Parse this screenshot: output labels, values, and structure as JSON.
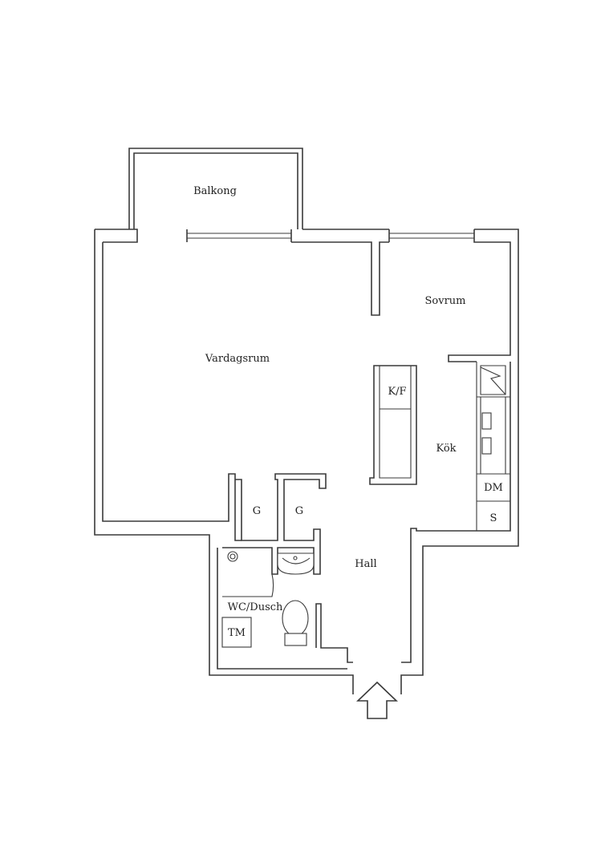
{
  "rooms": {
    "balkong": "Balkong",
    "vardagsrum": "Vardagsrum",
    "sovrum": "Sovrum",
    "kok": "Kök",
    "hall": "Hall",
    "wc_dusch": "WC/Dusch"
  },
  "fixtures": {
    "kf": "K/F",
    "dm": "DM",
    "s": "S",
    "tm": "TM",
    "closet_1": "G",
    "closet_2": "G"
  },
  "icons": {
    "entrance": "entrance-arrow-icon",
    "stove": "stove-icon",
    "sink": "sink-icon",
    "toilet": "toilet-icon",
    "shower": "shower-icon"
  },
  "colors": {
    "line": "#3a3a3a",
    "background": "#ffffff"
  }
}
